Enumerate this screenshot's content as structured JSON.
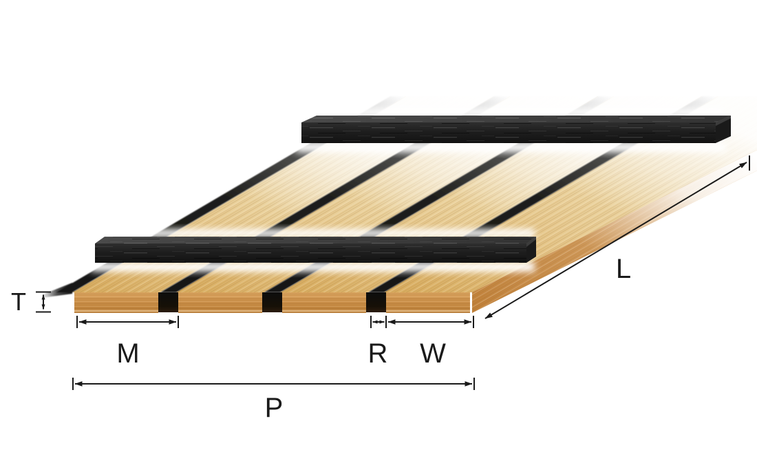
{
  "diagram": {
    "labels": {
      "T": "T",
      "M": "M",
      "R": "R",
      "W": "W",
      "P": "P",
      "L": "L"
    },
    "colors": {
      "background": "#ffffff",
      "wood_top": "#ecd5a2",
      "wood_front": "#cf9552",
      "felt_strip": "#1a1a1a",
      "batten": "#242424",
      "dimension_line": "#1a1a1a"
    }
  }
}
